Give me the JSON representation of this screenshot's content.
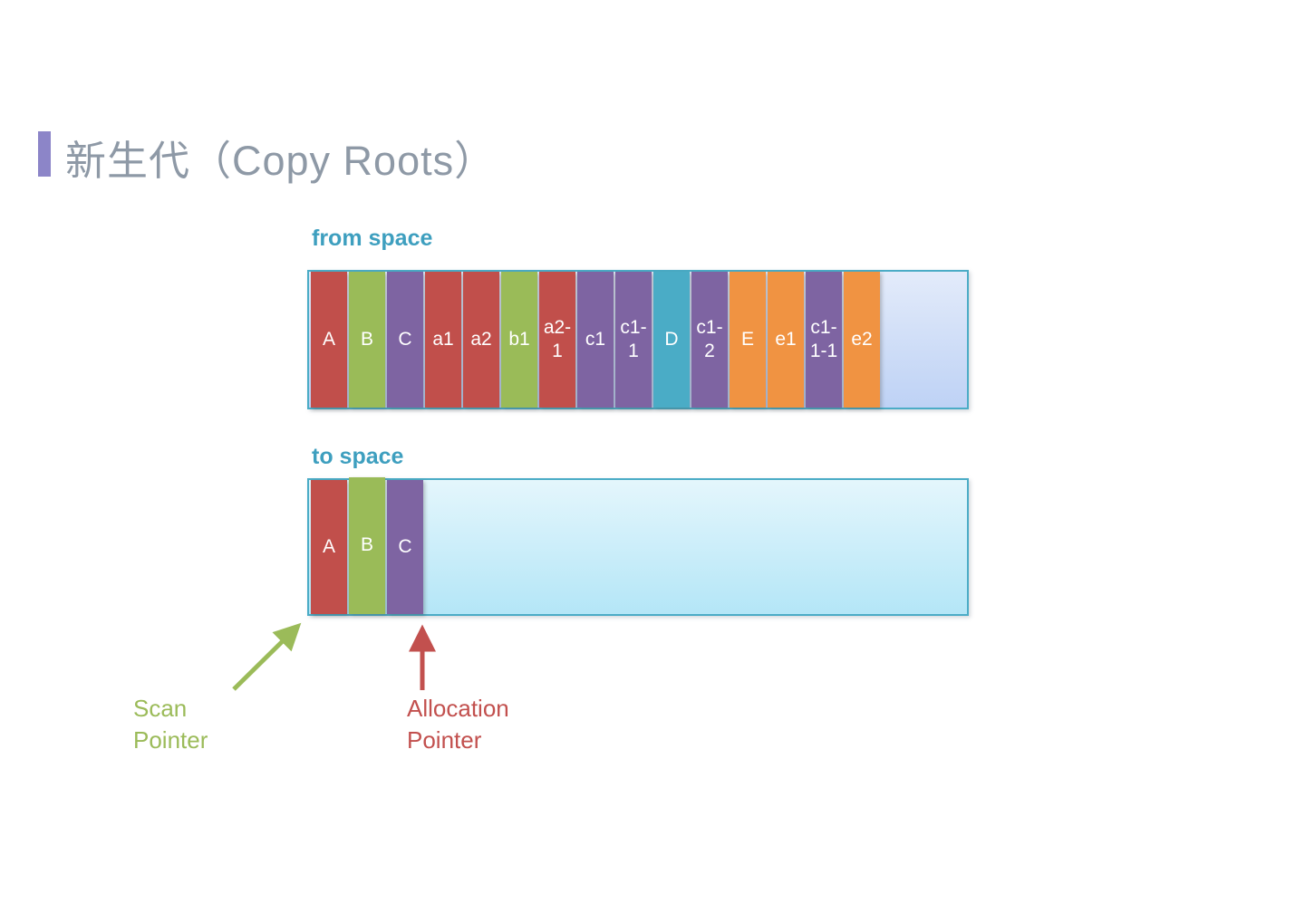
{
  "title": "新生代（Copy Roots）",
  "palette": {
    "red": "#C14F4B",
    "green": "#9ABB58",
    "purple": "#7E64A2",
    "teal": "#4AACC6",
    "orange": "#F09342",
    "title_text": "#8E99A6",
    "title_accent": "#8C85C8",
    "space_label": "#3E9FBF",
    "container_border": "#4BACC6",
    "scan_pointer": "#9BBB59",
    "allocation_pointer": "#C2504E"
  },
  "from_space": {
    "label": "from space",
    "blocks": [
      {
        "label": "A",
        "color": "red"
      },
      {
        "label": "B",
        "color": "green"
      },
      {
        "label": "C",
        "color": "purple"
      },
      {
        "label": "a1",
        "color": "red"
      },
      {
        "label": "a2",
        "color": "red"
      },
      {
        "label": "b1",
        "color": "green"
      },
      {
        "label": "a2-1",
        "color": "red"
      },
      {
        "label": "c1",
        "color": "purple"
      },
      {
        "label": "c1-1",
        "color": "purple"
      },
      {
        "label": "D",
        "color": "teal"
      },
      {
        "label": "c1-2",
        "color": "purple"
      },
      {
        "label": "E",
        "color": "orange"
      },
      {
        "label": "e1",
        "color": "orange"
      },
      {
        "label": "c1-1-1",
        "color": "purple"
      },
      {
        "label": "e2",
        "color": "orange"
      }
    ]
  },
  "to_space": {
    "label": "to space",
    "blocks": [
      {
        "label": "A",
        "color": "red"
      },
      {
        "label": "B",
        "color": "green"
      },
      {
        "label": "C",
        "color": "purple"
      }
    ]
  },
  "pointers": {
    "scan": {
      "label": "Scan Pointer",
      "color": "#9BBB59"
    },
    "allocation": {
      "label": "Allocation Pointer",
      "color": "#C2504E"
    }
  }
}
